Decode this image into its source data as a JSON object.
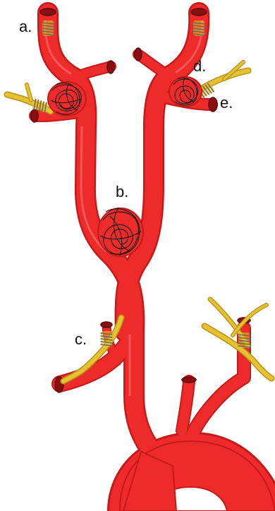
{
  "colors": {
    "vessel": "#ee2b2b",
    "vessel_edge": "#c81818",
    "vessel_highlight": "#f86a6a",
    "vessel_end": "#8a0f12",
    "vessel_end_rim": "#5e080a",
    "coil": "#1a1a1a",
    "graft": "#e6c230",
    "graft_edge": "#b8921b",
    "band": "#6f6a4a"
  },
  "icons": {
    "clip": "spring-clip-icon",
    "coil": "embolization-coil-icon",
    "graft": "bypass-graft-icon"
  },
  "labels": {
    "a": "a.",
    "b": "b.",
    "c": "c.",
    "d": "d.",
    "e": "e."
  }
}
